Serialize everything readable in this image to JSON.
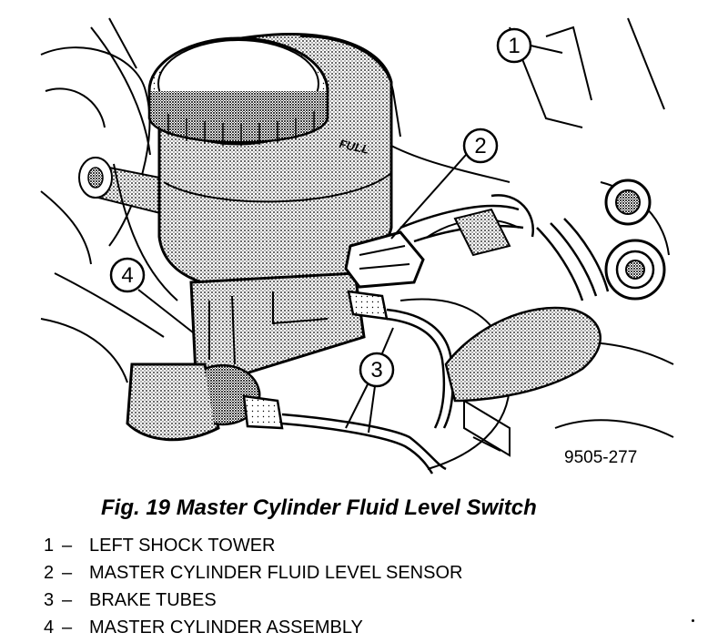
{
  "figure": {
    "caption": "Fig. 19 Master Cylinder Fluid Level Switch",
    "figure_number": "9505-277",
    "embossed_text": "FULL"
  },
  "callouts": [
    "1",
    "2",
    "3",
    "4"
  ],
  "legend": [
    {
      "num": "1",
      "dash": "–",
      "label": "LEFT SHOCK TOWER"
    },
    {
      "num": "2",
      "dash": "–",
      "label": "MASTER CYLINDER FLUID LEVEL SENSOR"
    },
    {
      "num": "3",
      "dash": "–",
      "label": "BRAKE TUBES"
    },
    {
      "num": "4",
      "dash": "–",
      "label": "MASTER CYLINDER ASSEMBLY"
    }
  ]
}
